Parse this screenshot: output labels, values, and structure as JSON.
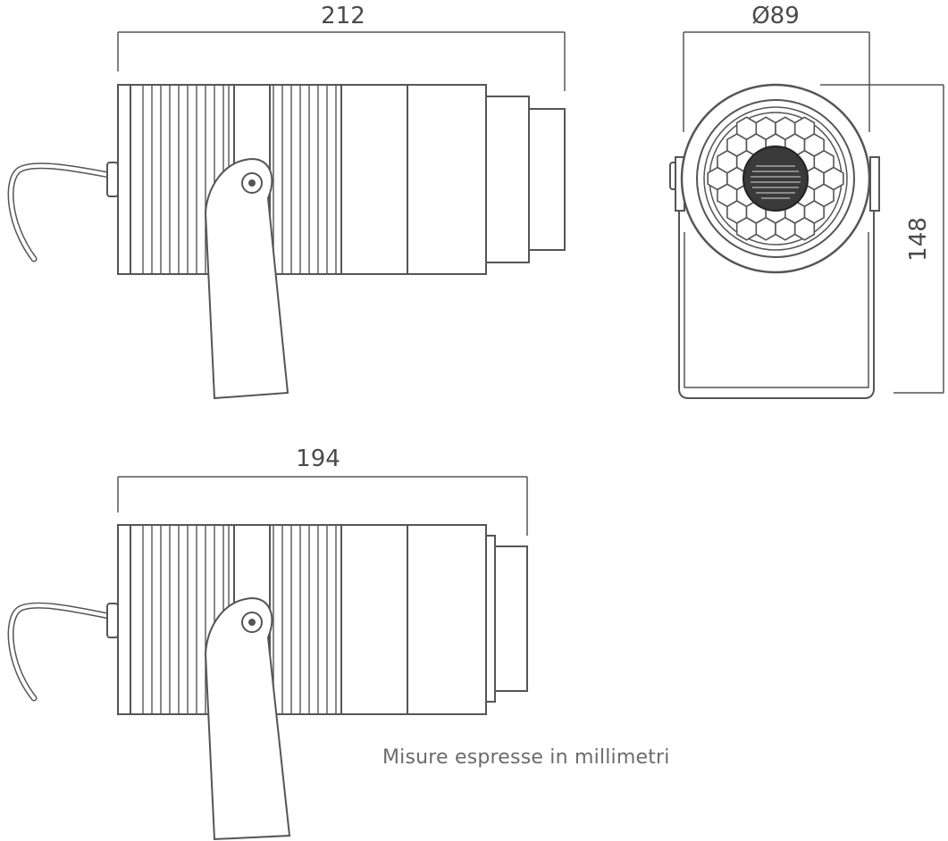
{
  "dimensions": {
    "length_long": "212",
    "diameter": "Ø89",
    "height": "148",
    "length_short": "194"
  },
  "note": "Misure espresse in millimetri",
  "colors": {
    "line": "#555555",
    "fill": "#ffffff",
    "text": "#4a4a4a",
    "note_text": "#6b6b6b"
  }
}
